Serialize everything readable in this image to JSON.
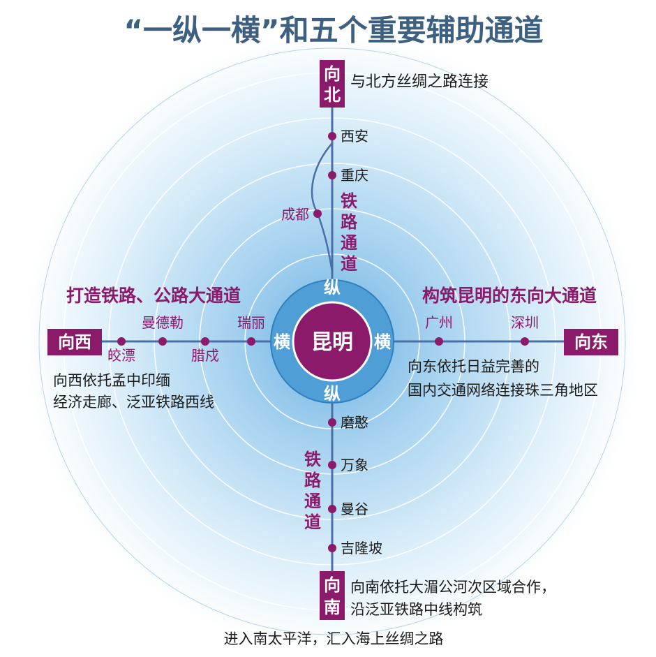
{
  "title": "“一纵一横”和五个重要辅助通道",
  "center": {
    "label": "昆明"
  },
  "ring_labels": {
    "top": "纵",
    "bottom": "纵",
    "left": "横",
    "right": "横"
  },
  "directions": {
    "north": "向北",
    "south": "向南",
    "west": "向西",
    "east": "向东"
  },
  "north": {
    "note": "与北方丝绸之路连接",
    "channel_label": "铁路通道",
    "stations": [
      "西安",
      "重庆",
      "成都"
    ]
  },
  "south": {
    "channel_label": "铁路通道",
    "stations": [
      "磨憨",
      "万象",
      "曼谷",
      "吉隆坡"
    ],
    "note_lines": [
      "向南依托大湄公河次区域合作，",
      "沿泛亚铁路中线构筑"
    ],
    "bottom_line": "进入南太平洋，汇入海上丝绸之路"
  },
  "west": {
    "heading": "打造铁路、公路大通道",
    "stations_above": [
      "曼德勒",
      "瑞丽"
    ],
    "stations_below": [
      "皎漂",
      "腊戍"
    ],
    "note_lines": [
      "向西依托孟中印缅",
      "经济走廊、泛亚铁路西线"
    ]
  },
  "east": {
    "heading": "构筑昆明的东向大通道",
    "stations": [
      "广州",
      "深圳"
    ],
    "note_lines": [
      "向东依托日益完善的",
      "国内交通网络连接珠三角地区"
    ]
  },
  "colors": {
    "accent": "#8b1a6b",
    "line": "#4a6fa5",
    "ring_fill": "#4f9fd6",
    "glow": "#bfe0f5",
    "title": "#3d5f80",
    "text": "#1a1a1a"
  }
}
